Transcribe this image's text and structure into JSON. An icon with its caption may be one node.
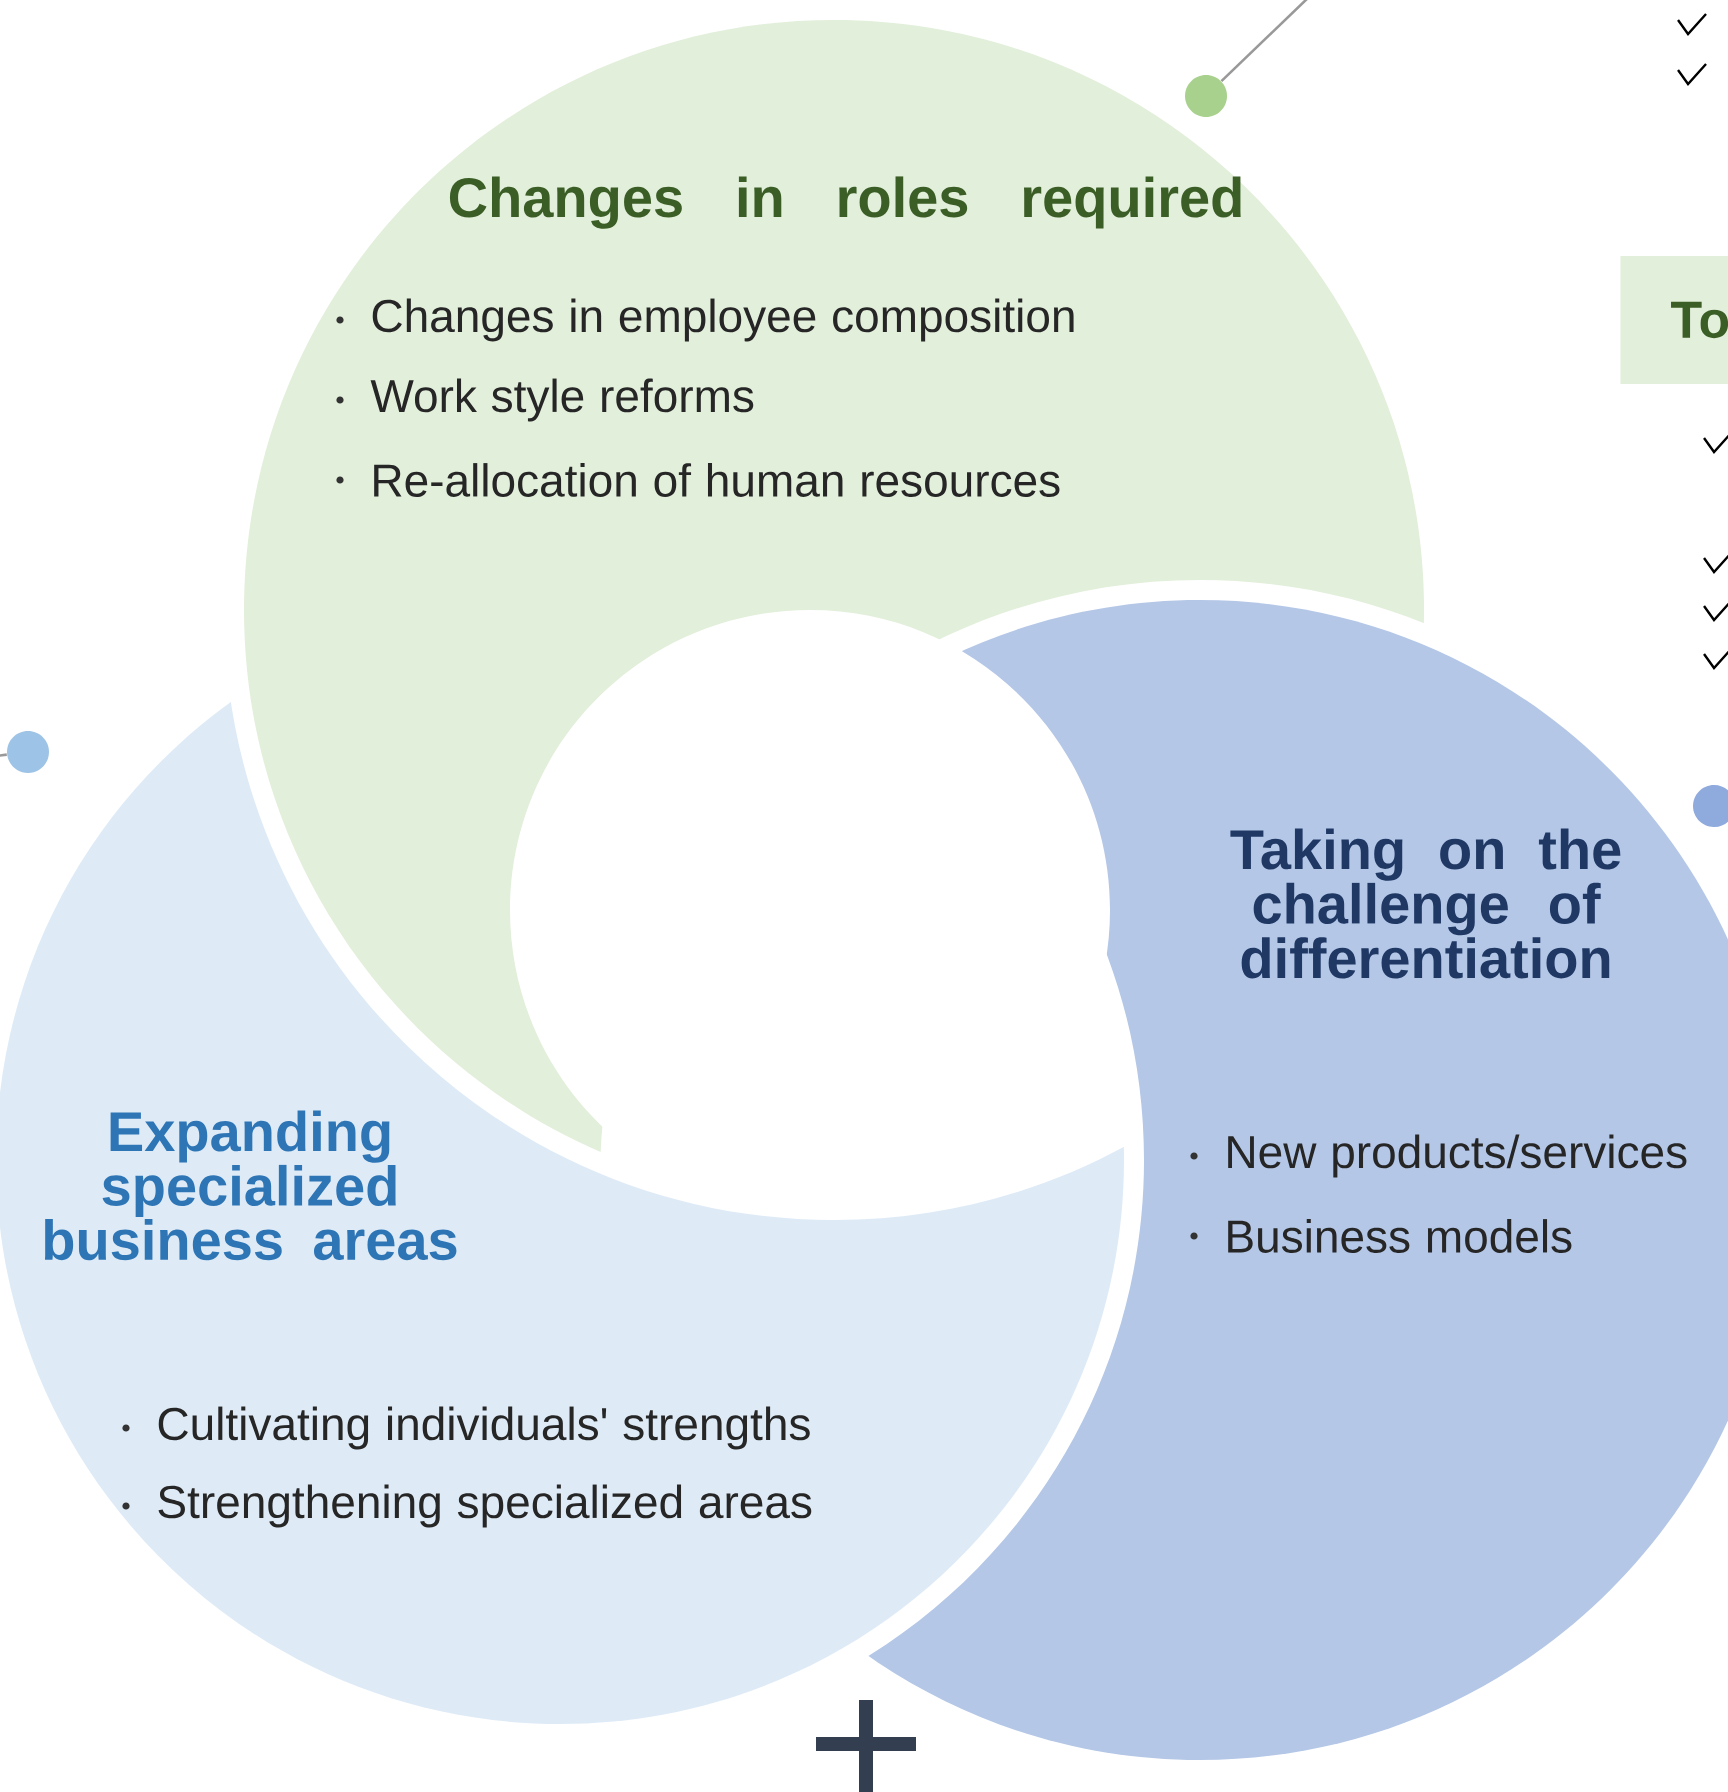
{
  "diagram": {
    "nodes": [
      {
        "text": [
          "Changes in roles required",
          "Changes in employee composition",
          "Work style reforms",
          "Re-allocation of human resources"
        ]
      },
      {
        "text": [
          "Taking on the challenge of differentiation",
          "New products/services",
          "Business models"
        ]
      },
      {
        "text": [
          "Expanding specialized business areas",
          "Cultivating individuals' strengths",
          "Strengthening specialized areas"
        ]
      },
      {
        "text": [
          "To"
        ]
      },
      {
        "text": [],
        "shape": "circle"
      },
      {
        "text": [],
        "shape": "circle"
      },
      {
        "text": [],
        "shape": "circle"
      }
    ],
    "edges": [
      {
        "from": null,
        "to": 4,
        "arrow": "none"
      },
      {
        "from": null,
        "to": 5,
        "arrow": "none"
      }
    ]
  }
}
